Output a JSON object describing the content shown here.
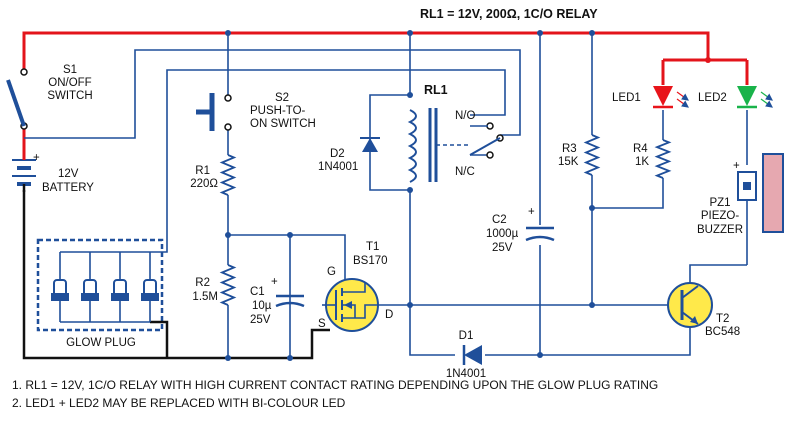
{
  "title": "RL1 = 12V, 200Ω, 1C/O RELAY",
  "components": {
    "s1": {
      "ref": "S1",
      "desc1": "ON/OFF",
      "desc2": "SWITCH"
    },
    "battery": {
      "polarity": "+",
      "desc": "12V",
      "desc2": "BATTERY"
    },
    "glow_plug": {
      "label": "GLOW PLUG"
    },
    "s2": {
      "ref": "S2",
      "desc1": "PUSH-TO-",
      "desc2": "ON SWITCH"
    },
    "r1": {
      "ref": "R1",
      "value": "220Ω"
    },
    "r2": {
      "ref": "R2",
      "value": "1.5M"
    },
    "c1": {
      "ref": "C1",
      "value1": "10µ",
      "value2": "25V",
      "polarity": "+"
    },
    "t1": {
      "ref": "T1",
      "part": "BS170",
      "pin_g": "G",
      "pin_s": "S",
      "pin_d": "D"
    },
    "d2": {
      "ref": "D2",
      "part": "1N4001"
    },
    "rl1": {
      "ref": "RL1",
      "no": "N/O",
      "nc": "N/C"
    },
    "d1": {
      "ref": "D1",
      "part": "1N4001"
    },
    "c2": {
      "ref": "C2",
      "value1": "1000µ",
      "value2": "25V",
      "polarity": "+"
    },
    "r3": {
      "ref": "R3",
      "value": "15K"
    },
    "r4": {
      "ref": "R4",
      "value": "1K"
    },
    "led1": {
      "ref": "LED1",
      "color": "#e8141a"
    },
    "led2": {
      "ref": "LED2",
      "color": "#19b34a"
    },
    "pz1": {
      "ref": "PZ1",
      "desc1": "PIEZO-",
      "desc2": "BUZZER",
      "polarity": "+"
    },
    "t2": {
      "ref": "T2",
      "part": "BC548"
    }
  },
  "notes": [
    "1. RL1 = 12V, 1C/O RELAY WITH HIGH CURRENT CONTACT RATING DEPENDING UPON THE GLOW PLUG RATING",
    "2. LED1 + LED2 MAY BE REPLACED WITH BI-COLOUR LED"
  ],
  "colors": {
    "wire": "#1f4f9a",
    "positive_rail": "#e3141b",
    "ground": "#111111",
    "mosfet_fill": "#ffe94a",
    "component_blue": "#1f4f9a"
  }
}
